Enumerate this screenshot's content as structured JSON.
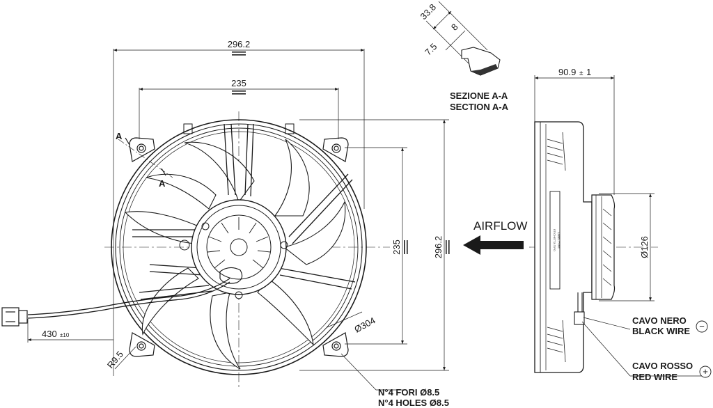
{
  "front_view": {
    "dim_overall_width": "296.2",
    "dim_hole_spacing_h": "235",
    "dim_hole_spacing_v": "235",
    "dim_overall_height": "296.2",
    "dim_shroud_diameter": "Ø304",
    "dim_radius": "R9.5",
    "dim_cable_length": "430",
    "dim_cable_tolerance": "±10",
    "section_marker": "A"
  },
  "section_view": {
    "title_it": "SEZIONE A-A",
    "title_en": "SECTION A-A",
    "dim_height": "33.8",
    "dim_width": "8",
    "dim_thickness": "7.5"
  },
  "side_view": {
    "dim_depth": "90.9",
    "dim_depth_tolerance": "1",
    "dim_motor_diameter": "Ø126",
    "label_line1": "ETICHETTA TIPO",
    "label_line2": "LABEL TYPE"
  },
  "airflow_label": "AIRFLOW",
  "holes_it": "N°4 FORI Ø8.5",
  "holes_en": "N°4 HOLES Ø8.5",
  "wires": {
    "black_it": "CAVO NERO",
    "black_en": "BLACK WIRE",
    "black_symbol": "−",
    "red_it": "CAVO ROSSO",
    "red_en": "RED WIRE",
    "red_symbol": "+"
  },
  "colors": {
    "line": "#1a1a1a",
    "fill": "#ffffff"
  }
}
